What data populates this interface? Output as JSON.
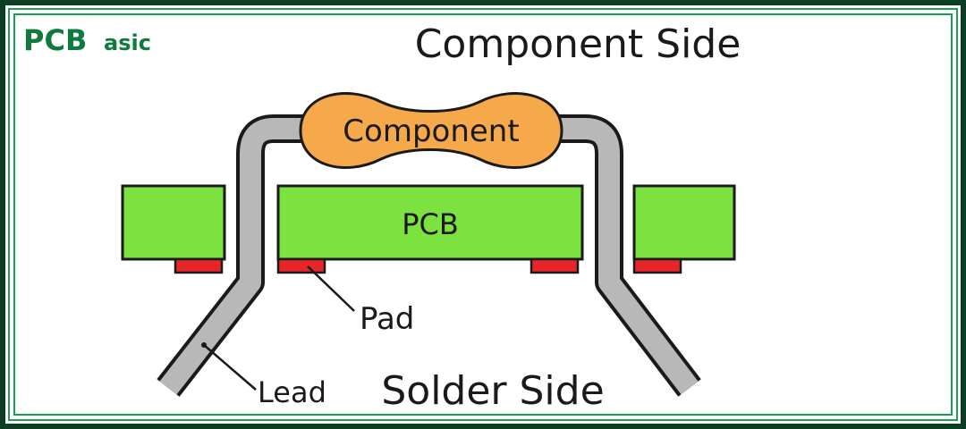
{
  "brand": {
    "logo_main": "PCB",
    "logo_tail": "asic",
    "frame_color": "#0b3d22",
    "accent_color": "#1f9e55"
  },
  "diagram": {
    "title_top": "Component Side",
    "title_bottom": "Solder Side",
    "component_label": "Component",
    "pcb_label": "PCB",
    "pad_label": "Pad",
    "lead_label": "Lead",
    "colors": {
      "component_fill": "#f5a94a",
      "pcb_fill": "#7be23f",
      "pad_fill": "#e8262a",
      "lead_fill": "#b8b8b8",
      "outline": "#1a1a1a"
    }
  }
}
